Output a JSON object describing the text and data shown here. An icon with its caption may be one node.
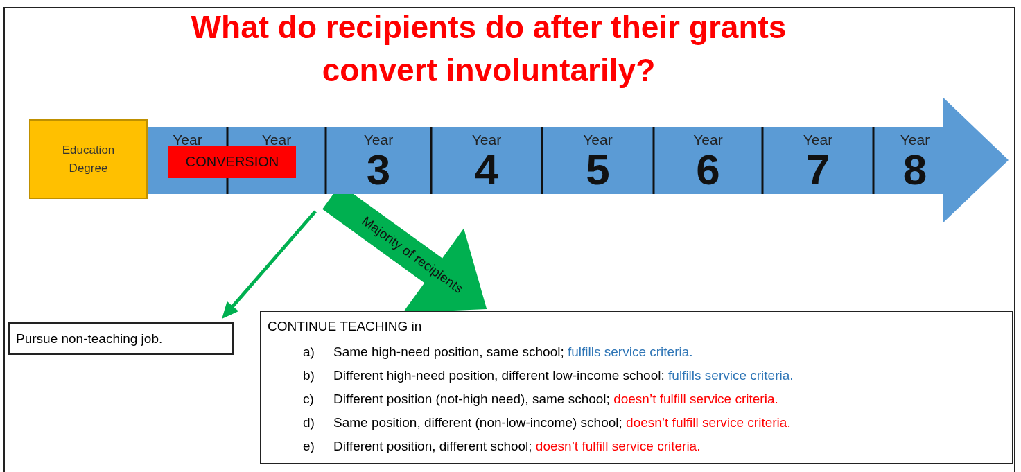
{
  "diagram": {
    "title": "What do recipients do after their grants convert involuntarily?",
    "nodes": [
      {
        "text": [
          "Education Degree"
        ]
      },
      {
        "text": [],
        "shape": "arrow"
      },
      {
        "text": [
          "Year"
        ],
        "in": 1
      },
      {
        "text": [
          "Year"
        ],
        "in": 1
      },
      {
        "text": [
          "Year",
          "3"
        ],
        "in": 1
      },
      {
        "text": [
          "Year",
          "4"
        ],
        "in": 1
      },
      {
        "text": [
          "Year",
          "5"
        ],
        "in": 1
      },
      {
        "text": [
          "Year",
          "6"
        ],
        "in": 1
      },
      {
        "text": [
          "Year",
          "7"
        ],
        "in": 1
      },
      {
        "text": [
          "Year",
          "8"
        ],
        "in": 1
      },
      {
        "text": [
          "CONVERSION"
        ],
        "in": 1
      },
      {
        "text": [
          "Pursue non-teaching job."
        ]
      },
      {
        "text": [
          "CONTINUE TEACHING in"
        ]
      },
      {
        "text": [
          "a)",
          "Same high-need position, same school;",
          "fulfills service criteria."
        ],
        "in": 12
      },
      {
        "text": [
          "b)",
          "Different high-need position, different low-income school:",
          "fulfills service criteria."
        ],
        "in": 12
      },
      {
        "text": [
          "c)",
          "Different position (not-high need), same school;",
          "doesn’t fulfill service criteria."
        ],
        "in": 12
      },
      {
        "text": [
          "d)",
          "Same position, different (non-low-income) school;",
          "doesn’t fulfill service criteria."
        ],
        "in": 12
      },
      {
        "text": [
          "e)",
          "Different position, different school;",
          "doesn’t fulfill service criteria."
        ],
        "in": 12
      }
    ],
    "edges": [
      {
        "from": null,
        "to": 11,
        "arrow": "to"
      },
      {
        "from": 1,
        "to": 12,
        "arrow": "to",
        "style": "thick",
        "label": "Majority of recipients"
      }
    ]
  }
}
